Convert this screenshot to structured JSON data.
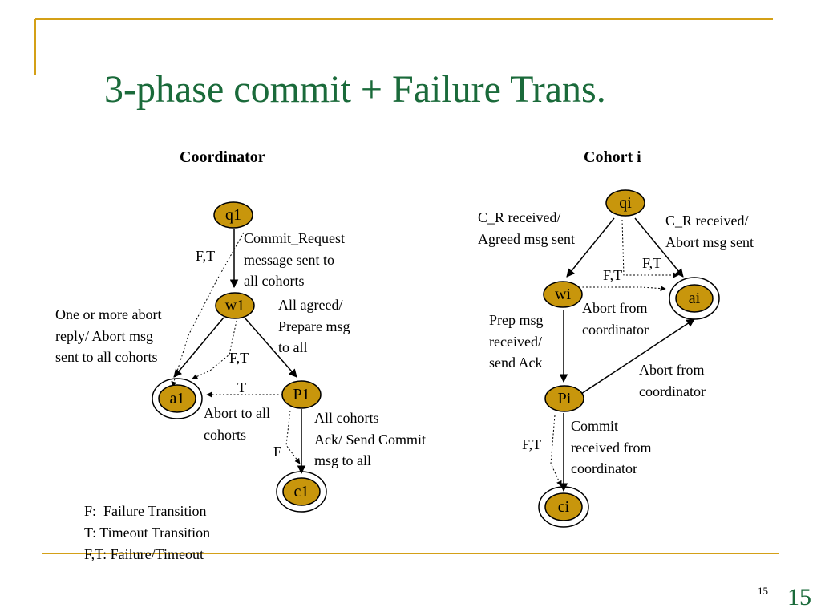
{
  "slide": {
    "title": "3-phase commit + Failure Trans.",
    "page_number": "15",
    "slide_number": "15"
  },
  "coordinator": {
    "heading": "Coordinator",
    "states": {
      "q1": "q1",
      "w1": "w1",
      "a1": "a1",
      "p1": "P1",
      "c1": "c1"
    },
    "labels": {
      "commit_request": "Commit_Request\nmessage sent to\nall cohorts",
      "all_agreed": "All agreed/\nPrepare msg\nto all",
      "abort_reply": "One or more abort\nreply/ Abort msg\nsent to all cohorts",
      "ft_q1": "F,T",
      "ft_w1": "F,T",
      "t_p1": "T",
      "abort_to_all": "Abort to all\ncohorts",
      "all_cohorts_ack": "All cohorts\nAck/ Send Commit\nmsg to all",
      "f_p1": "F"
    }
  },
  "cohort": {
    "heading": "Cohort i",
    "states": {
      "qi": "qi",
      "wi": "wi",
      "ai": "ai",
      "pi": "Pi",
      "ci": "ci"
    },
    "labels": {
      "cr_agreed": "C_R received/\nAgreed msg sent",
      "cr_abort": "C_R received/\nAbort msg sent",
      "ft_qi": "F,T",
      "ft_wi": "F,T",
      "abort_from_coord_wi": "Abort from\ncoordinator",
      "prep_msg": "Prep msg\nreceived/\nsend Ack",
      "abort_from_coord_pi": "Abort from\ncoordinator",
      "ft_pi": "F,T",
      "commit_received": "Commit\nreceived from\ncoordinator"
    }
  },
  "legend": {
    "line1": "F:  Failure Transition",
    "line2": "T: Timeout Transition",
    "line3": "F,T: Failure/Timeout"
  },
  "colors": {
    "title_green": "#1a6a3a",
    "accent_gold": "#d4a017",
    "node_fill": "#c8960c"
  }
}
